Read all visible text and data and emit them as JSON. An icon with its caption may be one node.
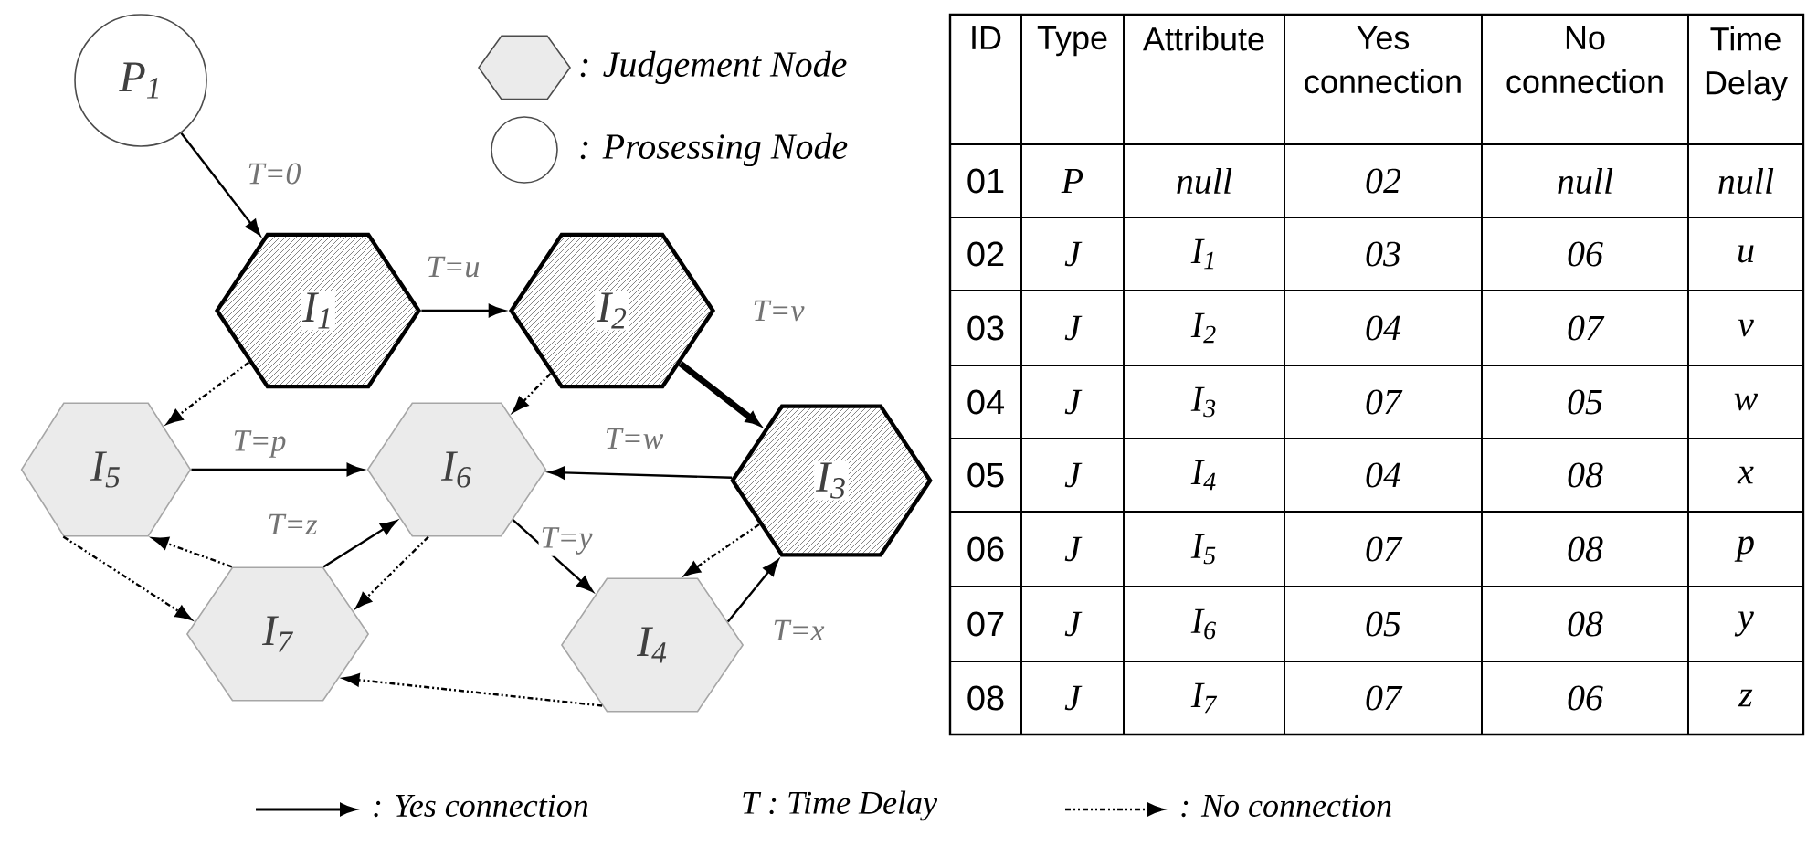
{
  "diagram": {
    "nodes": [
      {
        "text": [
          "P$_{1}$"
        ]
      },
      {
        "text": [
          "I$_{1}$"
        ]
      },
      {
        "text": [
          "I$_{2}$"
        ]
      },
      {
        "text": [
          "I$_{3}$"
        ]
      },
      {
        "text": [
          "I$_{4}$"
        ]
      },
      {
        "text": [
          "I$_{5}$"
        ]
      },
      {
        "text": [
          "I$_{6}$"
        ]
      },
      {
        "text": [
          "I$_{7}$"
        ]
      }
    ],
    "edges": [
      {
        "from": 0,
        "to": 1,
        "arrow": "to",
        "label": "T=0"
      },
      {
        "from": 1,
        "to": 2,
        "arrow": "to",
        "label": "T=u"
      },
      {
        "from": 2,
        "to": 3,
        "arrow": "to",
        "label": "T=v",
        "style": "thick"
      },
      {
        "from": 3,
        "to": 6,
        "arrow": "to",
        "label": "T=w"
      },
      {
        "from": 5,
        "to": 6,
        "arrow": "to",
        "label": "T=p"
      },
      {
        "from": 7,
        "to": 6,
        "arrow": "to",
        "label": "T=z"
      },
      {
        "from": 6,
        "to": 4,
        "arrow": "to",
        "label": "T=y"
      },
      {
        "from": 4,
        "to": 3,
        "arrow": "to",
        "label": "T=x"
      },
      {
        "from": 1,
        "to": 5,
        "arrow": "to",
        "style": "dashed"
      },
      {
        "from": 2,
        "to": 6,
        "arrow": "to",
        "style": "dashed"
      },
      {
        "from": 3,
        "to": 4,
        "arrow": "to",
        "style": "dashed"
      },
      {
        "from": 5,
        "to": 7,
        "arrow": "to",
        "style": "dashed"
      },
      {
        "from": 7,
        "to": 5,
        "arrow": "to",
        "style": "dashed"
      },
      {
        "from": 6,
        "to": 7,
        "arrow": "to",
        "style": "dashed"
      },
      {
        "from": 4,
        "to": 7,
        "arrow": "to",
        "style": "dashed"
      }
    ],
    "labels": [
      "ID",
      "Type",
      "Attribute",
      "Yes connection",
      "No connection",
      "Time Delay",
      "01",
      "P",
      "null",
      "02",
      "null",
      "null",
      "02",
      "J",
      "I$_{1}$",
      "03",
      "06",
      "u",
      "03",
      "J",
      "I$_{2}$",
      "04",
      "07",
      "v",
      "04",
      "J",
      "I$_{3}$",
      "07",
      "05",
      "w",
      "05",
      "J",
      "I$_{4}$",
      "04",
      "08",
      "x",
      "06",
      "J",
      "I$_{5}$",
      "07",
      "08",
      "p",
      "07",
      "J",
      "I$_{6}$",
      "05",
      "08",
      "y",
      "08",
      "J",
      "I$_{7}$",
      "07",
      "06",
      "z",
      "T : Time Delay"
    ],
    "legend": [
      {
        "text": ": Judgement Node"
      },
      {
        "text": ": Prosessing Node"
      },
      {
        "text": ": Yes connection"
      },
      {
        "text": ": No connection"
      }
    ]
  }
}
